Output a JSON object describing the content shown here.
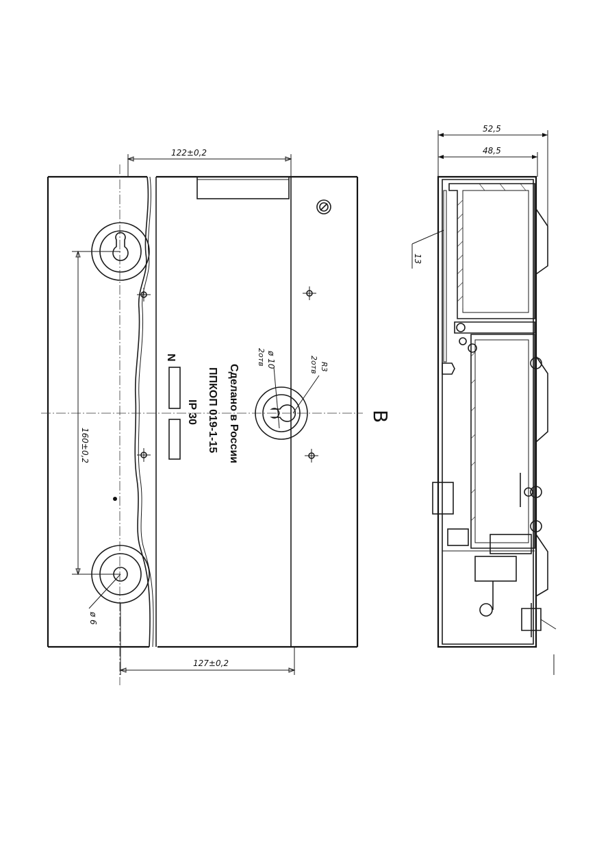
{
  "front_view": {
    "dims": {
      "top_width": "122±0,2",
      "bottom_width": "127±0,2",
      "hole_spacing": "160±0,2",
      "small_hole_dia": "ø 6",
      "keyhole_dia": "ø 10",
      "keyhole_dia_note": "2отв",
      "keyhole_radius": "R3",
      "keyhole_radius_note": "2отв"
    },
    "nameplate": {
      "line1": "Сделано в России",
      "line2": "ППКОП 019-1-15",
      "line3": "IP 30",
      "n_label": "N"
    },
    "view_letter": "В"
  },
  "side_view": {
    "dims": {
      "overall_depth": "52,5",
      "inner_depth": "48,5",
      "callout": "13"
    }
  }
}
